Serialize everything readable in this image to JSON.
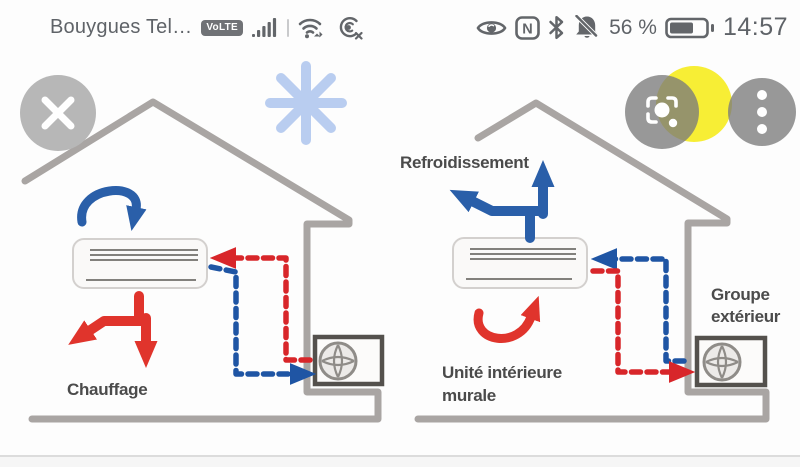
{
  "status_bar": {
    "carrier": "Bouygues Tel…",
    "volte_badge": "VoLTE",
    "battery_percent": "56 %",
    "time": "14:57",
    "nfc_glyph": "N",
    "left_icons": [
      "signal-strength-icon",
      "wifi-icon",
      "gps-off-icon"
    ],
    "right_icons": [
      "eye-comfort-icon",
      "nfc-icon",
      "bluetooth-icon",
      "notifications-off-icon",
      "battery-icon"
    ]
  },
  "viewer_overlay": {
    "buttons": [
      "close",
      "google-lens",
      "more-options"
    ]
  },
  "diagram": {
    "heating": {
      "label": "Chauffage",
      "season_icon": "snowflake-icon",
      "flow": "red dashed line outdoor-to-indoor, blue dashed line indoor-to-outdoor"
    },
    "cooling": {
      "label": "Refroidissement",
      "indoor_label": [
        "Unité intérieure",
        "murale"
      ],
      "outdoor_label": [
        "Groupe",
        "extérieur"
      ],
      "season_icon": "sun-icon",
      "flow": "blue dashed line outdoor-to-indoor, red dashed line indoor-to-outdoor"
    },
    "colors": {
      "hot": "#e0342c",
      "hot_dashed": "#d8262a",
      "cold": "#2a5fa9",
      "cold_dashed": "#1f55a4",
      "house": "#a9a5a3",
      "label_text": "#4b4b4b",
      "snowflake": "#b9cdf0",
      "sun": "#f7ee35"
    }
  }
}
